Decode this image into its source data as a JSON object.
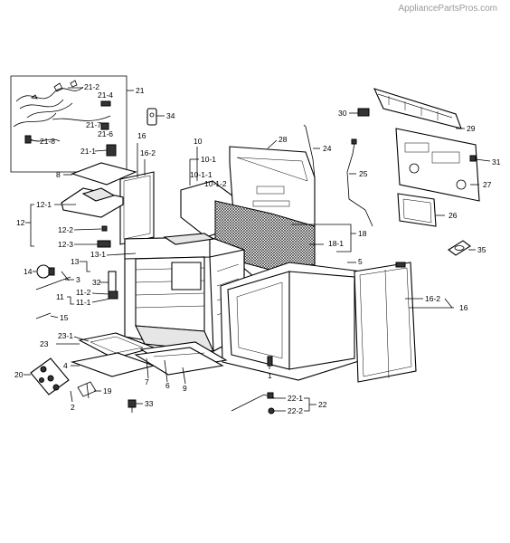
{
  "watermark": "AppliancePartsPros.com",
  "callouts": {
    "c21": "21",
    "c21_2": "21-2",
    "c21_4": "21-4",
    "c21_7": "21-7",
    "c21_6": "21-6",
    "c21_8": "21-8",
    "c21_1": "21-1",
    "c34": "34",
    "c30": "30",
    "c29": "29",
    "c31": "31",
    "c27": "27",
    "c26": "26",
    "c35": "35",
    "c28": "28",
    "c24": "24",
    "c25": "25",
    "c16a": "16",
    "c16_2a": "16-2",
    "c10": "10",
    "c10_1": "10-1",
    "c10_1_1": "10-1-1",
    "c10_1_2": "10-1-2",
    "c8": "8",
    "c12": "12",
    "c12_1": "12-1",
    "c12_2": "12-2",
    "c12_3": "12-3",
    "c18": "18",
    "c18_1": "18-1",
    "c13": "13",
    "c13_1": "13-1",
    "c5": "5",
    "c14": "14",
    "c3": "3",
    "c32": "32",
    "c11": "11",
    "c11_2": "11-2",
    "c11_1": "11-1",
    "c15": "15",
    "c16_2b": "16-2",
    "c16b": "16",
    "c23": "23",
    "c23_1": "23-1",
    "c4": "4",
    "c20": "20",
    "c19": "19",
    "c2": "2",
    "c33": "33",
    "c7": "7",
    "c6": "6",
    "c9": "9",
    "c1": "1",
    "c22": "22",
    "c22_1": "22-1",
    "c22_2": "22-2"
  }
}
